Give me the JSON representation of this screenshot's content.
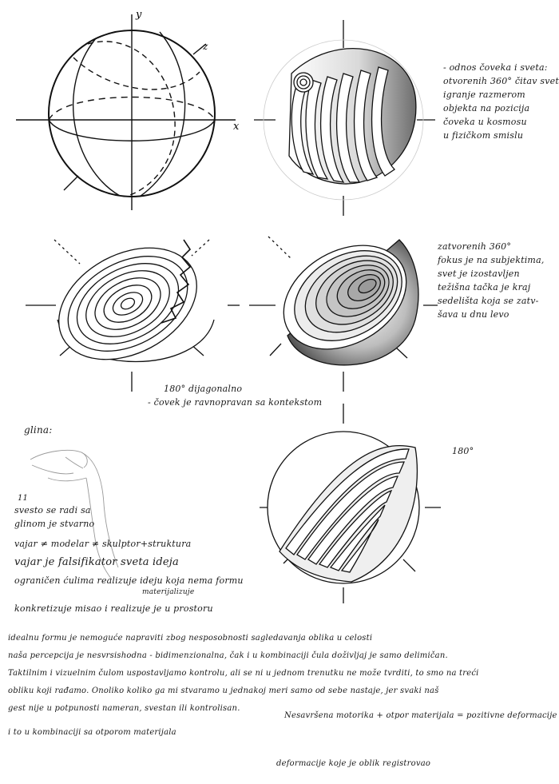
{
  "axis_labels": {
    "y": "y",
    "z": "z",
    "x": "x"
  },
  "note_sphere_360_open": [
    "- odnos čoveka i sveta:",
    "otvorenih 360° čitav svet",
    "igranje razmerom",
    "objekta na pozicija",
    "čoveka u kosmosu",
    "u fizičkom smislu"
  ],
  "note_sphere_360_closed": [
    "zatvorenih 360°",
    "fokus je na subjektima,",
    "svet je izostavljen",
    "težišna tačka je kraj",
    "sedelišta koja se zatv-",
    "šava u dnu levo"
  ],
  "note_diagonal": {
    "line1": "180° dijagonalno",
    "line2": "- čovek je ravnopravan sa kontekstom"
  },
  "label_180": "180°",
  "clay_section": {
    "title": "glina:",
    "number": "11",
    "lines": [
      "svesto se radi sa",
      "glinom je stvarno",
      "vajar ≠ modelar ≠ skulptor+struktura",
      "vajar je falsifikator sveta ideja",
      "ograničen ćulima realizuje ideju koja nema formu",
      "materijalizuje",
      "konkretizuje misao i realizuje je u prostoru"
    ]
  },
  "paragraph": [
    "idealnu formu je nemoguće napraviti zbog nesposobnosti sagledavanja oblika u celosti",
    "naša percepcija je nesvrsishodna - bidimenzionalna, čak i u kombinaciji čula doživljaj je samo delimičan.",
    "Taktilnim i vizuelnim čulom uspostavljamo kontrolu, ali se ni u jednom trenutku ne može tvrditi, to smo na treći",
    "obliku koji rađamo. Onoliko koliko ga mi stvaramo u jednakoj meri samo od sebe nastaje, jer svaki naš",
    "gest nije u potpunosti nameran, svestan ili kontrolisan.",
    "i to u kombinaciji sa otporom materijala"
  ],
  "note_motorics": "Nesavršena motorika + otpor materijala = pozitivne deformacije",
  "note_deformation": "deformacije koje je oblik registrovao"
}
